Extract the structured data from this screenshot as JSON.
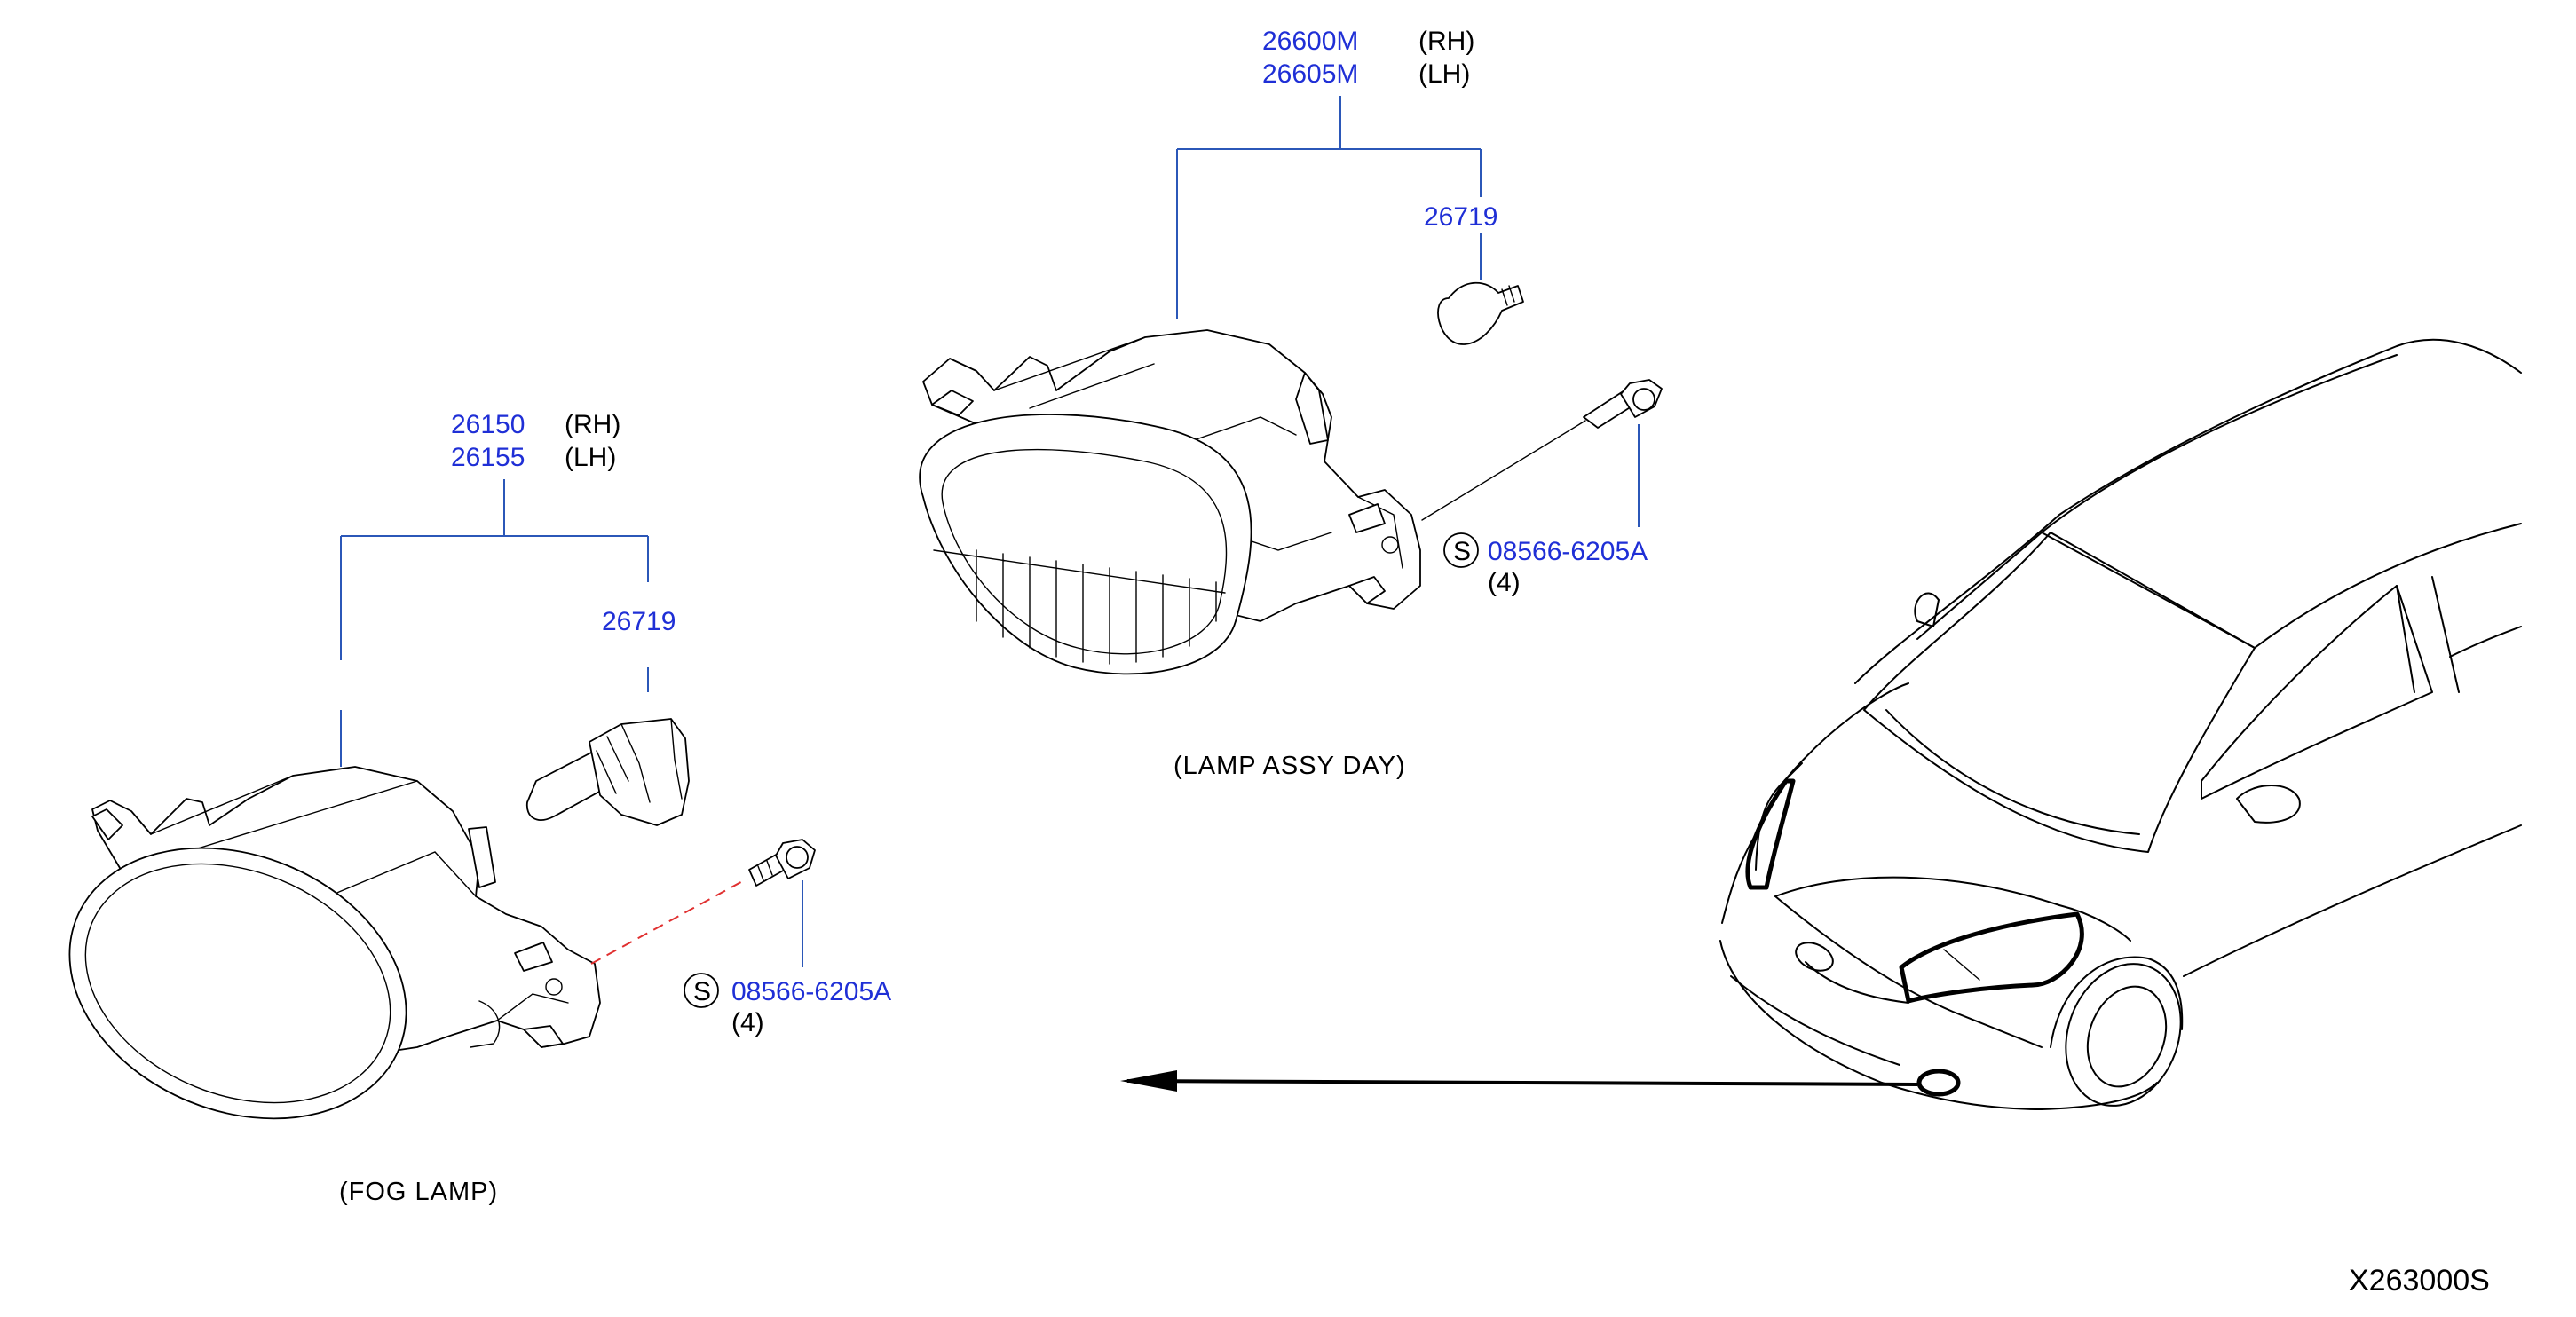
{
  "day_lamp": {
    "part_rh": "26600M",
    "side_rh": "(RH)",
    "part_lh": "26605M",
    "side_lh": "(LH)",
    "bulb": "26719",
    "bolt_marker": "S",
    "bolt": "08566-6205A",
    "bolt_qty": "(4)",
    "caption": "(LAMP   ASSY   DAY)"
  },
  "fog_lamp": {
    "part_rh": "26150",
    "side_rh": "(RH)",
    "part_lh": "26155",
    "side_lh": "(LH)",
    "bulb": "26719",
    "bolt_marker": "S",
    "bolt": "08566-6205A",
    "bolt_qty": "(4)",
    "caption": "(FOG   LAMP)"
  },
  "diagram_code": "X263000S",
  "colors": {
    "part_number": "#1f2fd6",
    "leader": "#2b57b8",
    "dash": "#e03030"
  }
}
